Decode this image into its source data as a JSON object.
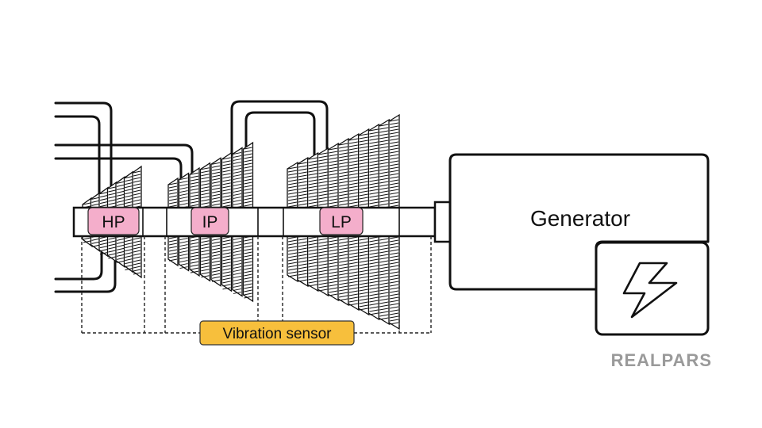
{
  "labels": {
    "hp": "HP",
    "ip": "IP",
    "lp": "LP",
    "generator": "Generator",
    "sensor": "Vibration sensor",
    "logo": "REALPARS"
  },
  "colors": {
    "stage_label": "#f4aecb",
    "sensor_label": "#f7bf3c",
    "logo": "#9a9a9a"
  },
  "icons": {
    "generator_output": "lightning-bolt-icon"
  }
}
